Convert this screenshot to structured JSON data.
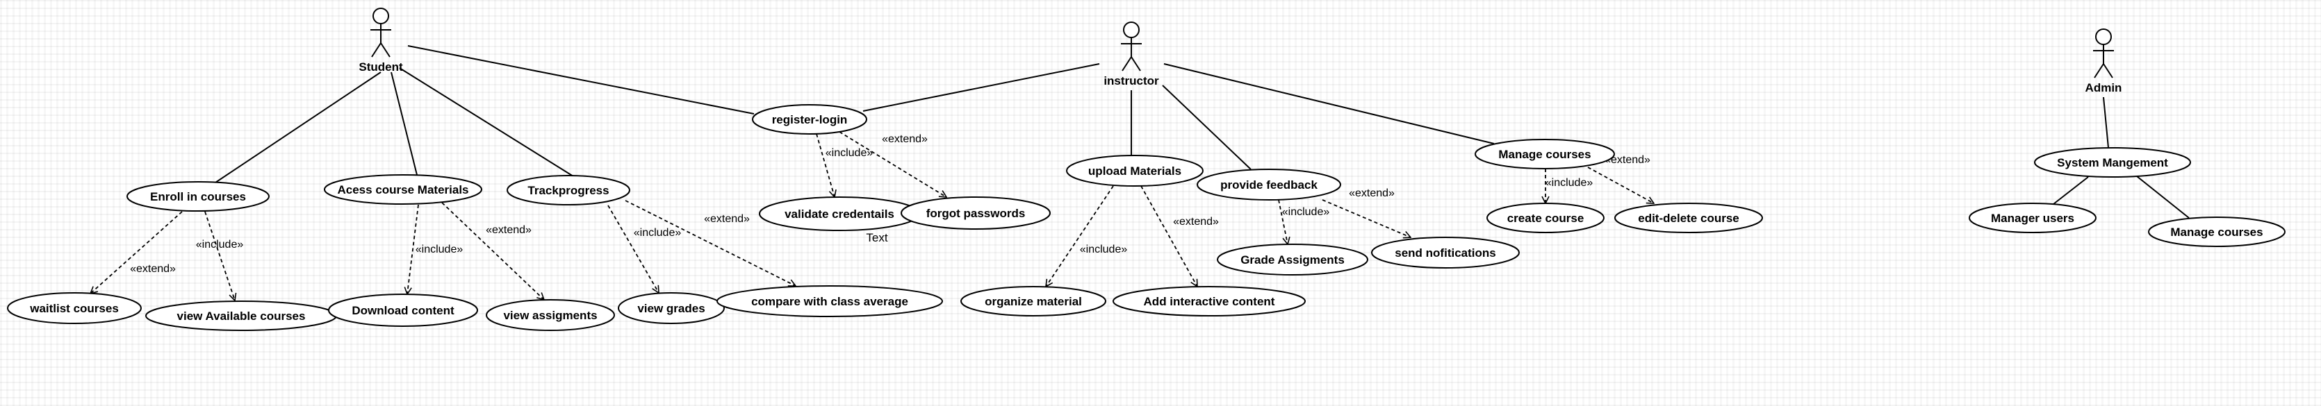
{
  "actors": [
    {
      "id": "student",
      "label": "Student"
    },
    {
      "id": "instructor",
      "label": "instructor"
    },
    {
      "id": "admin",
      "label": "Admin"
    }
  ],
  "use_cases": [
    {
      "id": "enroll",
      "label": "Enroll  in courses"
    },
    {
      "id": "access",
      "label": "Acess course Materials"
    },
    {
      "id": "trackprogress",
      "label": "Trackprogress"
    },
    {
      "id": "register",
      "label": "register-login"
    },
    {
      "id": "validate",
      "label": "validate credentails"
    },
    {
      "id": "forgot",
      "label": "forgot passwords"
    },
    {
      "id": "upload",
      "label": "upload Materials"
    },
    {
      "id": "feedback",
      "label": "provide feedback"
    },
    {
      "id": "manage",
      "label": "Manage courses"
    },
    {
      "id": "create",
      "label": "create course"
    },
    {
      "id": "editdelete",
      "label": "edit-delete course"
    },
    {
      "id": "sysmgmt",
      "label": "System Mangement"
    },
    {
      "id": "manageusers",
      "label": "Manager users"
    },
    {
      "id": "managecourses2",
      "label": "Manage courses"
    },
    {
      "id": "waitlist",
      "label": "waitlist courses"
    },
    {
      "id": "viewavail",
      "label": "view Available courses"
    },
    {
      "id": "download",
      "label": "Download content"
    },
    {
      "id": "viewassign",
      "label": "view assigments"
    },
    {
      "id": "viewgrades",
      "label": "view grades"
    },
    {
      "id": "compare",
      "label": "compare with class average"
    },
    {
      "id": "organize",
      "label": "organize material"
    },
    {
      "id": "addinteractive",
      "label": "Add interactive content"
    },
    {
      "id": "gradeassign",
      "label": "Grade Assigments"
    },
    {
      "id": "sendnotif",
      "label": "send nofitications"
    }
  ],
  "associations": [
    {
      "from": "student",
      "to": "enroll"
    },
    {
      "from": "student",
      "to": "access"
    },
    {
      "from": "student",
      "to": "trackprogress"
    },
    {
      "from": "student",
      "to": "register"
    },
    {
      "from": "instructor",
      "to": "register"
    },
    {
      "from": "instructor",
      "to": "upload"
    },
    {
      "from": "instructor",
      "to": "feedback"
    },
    {
      "from": "instructor",
      "to": "manage"
    },
    {
      "from": "admin",
      "to": "sysmgmt"
    },
    {
      "from": "sysmgmt",
      "to": "manageusers"
    },
    {
      "from": "sysmgmt",
      "to": "managecourses2"
    }
  ],
  "dependencies": [
    {
      "from": "enroll",
      "to": "waitlist",
      "label": "«extend»"
    },
    {
      "from": "enroll",
      "to": "viewavail",
      "label": "«include»"
    },
    {
      "from": "access",
      "to": "download",
      "label": "«include»"
    },
    {
      "from": "access",
      "to": "viewassign",
      "label": "«extend»"
    },
    {
      "from": "trackprogress",
      "to": "viewgrades",
      "label": "«include»"
    },
    {
      "from": "trackprogress",
      "to": "compare",
      "label": "«extend»"
    },
    {
      "from": "register",
      "to": "validate",
      "label": "«include»"
    },
    {
      "from": "register",
      "to": "forgot",
      "label": "«extend»"
    },
    {
      "from": "upload",
      "to": "organize",
      "label": "«include»"
    },
    {
      "from": "upload",
      "to": "addinteractive",
      "label": "«extend»"
    },
    {
      "from": "feedback",
      "to": "gradeassign",
      "label": "«include»"
    },
    {
      "from": "feedback",
      "to": "sendnotif",
      "label": "«extend»"
    },
    {
      "from": "manage",
      "to": "create",
      "label": "«include»"
    },
    {
      "from": "manage",
      "to": "editdelete",
      "label": "«extend»"
    }
  ],
  "free_text": [
    {
      "id": "stray-text",
      "text": "Text"
    }
  ]
}
